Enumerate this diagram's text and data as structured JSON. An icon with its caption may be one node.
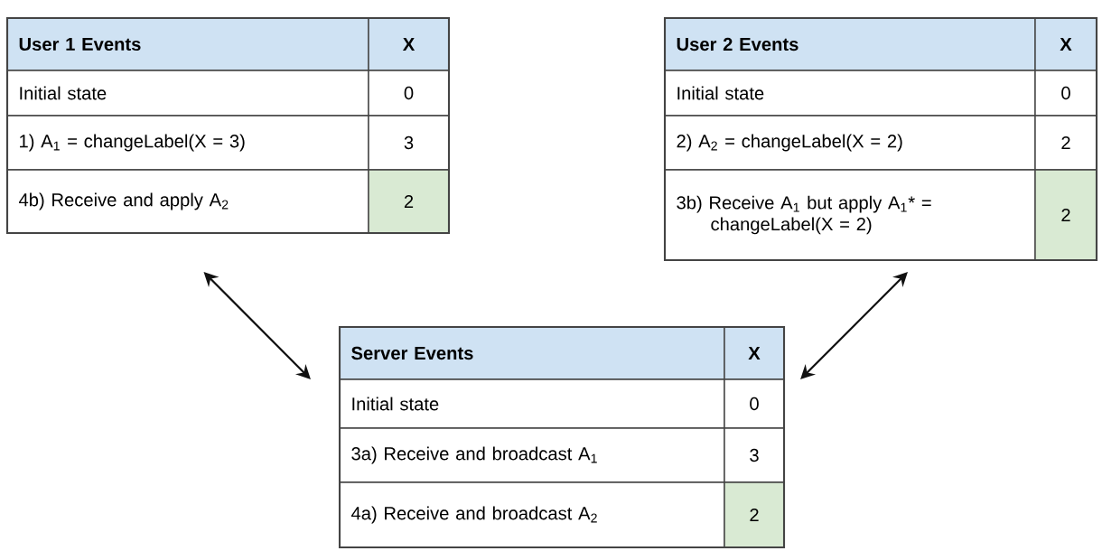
{
  "diagram": {
    "nodes": [
      {
        "text": [
          "User 1 Events",
          "X",
          "Initial state",
          "0",
          "1) A$_{1}$ = changeLabel(X = 3)",
          "3",
          "4b) Receive and apply A$_{2}$",
          "2"
        ]
      },
      {
        "text": [
          "User 2 Events",
          "X",
          "Initial state",
          "0",
          "2) A$_{2}$ = changeLabel(X = 2)",
          "2",
          "3b) Receive A$_{1}$ but apply A$_{1}$* = changeLabel(X = 2)",
          "2"
        ]
      },
      {
        "text": [
          "Server Events",
          "X",
          "Initial state",
          "0",
          "3a) Receive and broadcast A$_{1}$",
          "3",
          "4a) Receive and broadcast A$_{2}$",
          "2"
        ]
      }
    ],
    "edges": [
      {
        "from": 0,
        "to": 2,
        "arrow": "both"
      },
      {
        "from": 1,
        "to": 2,
        "arrow": "both"
      }
    ]
  }
}
